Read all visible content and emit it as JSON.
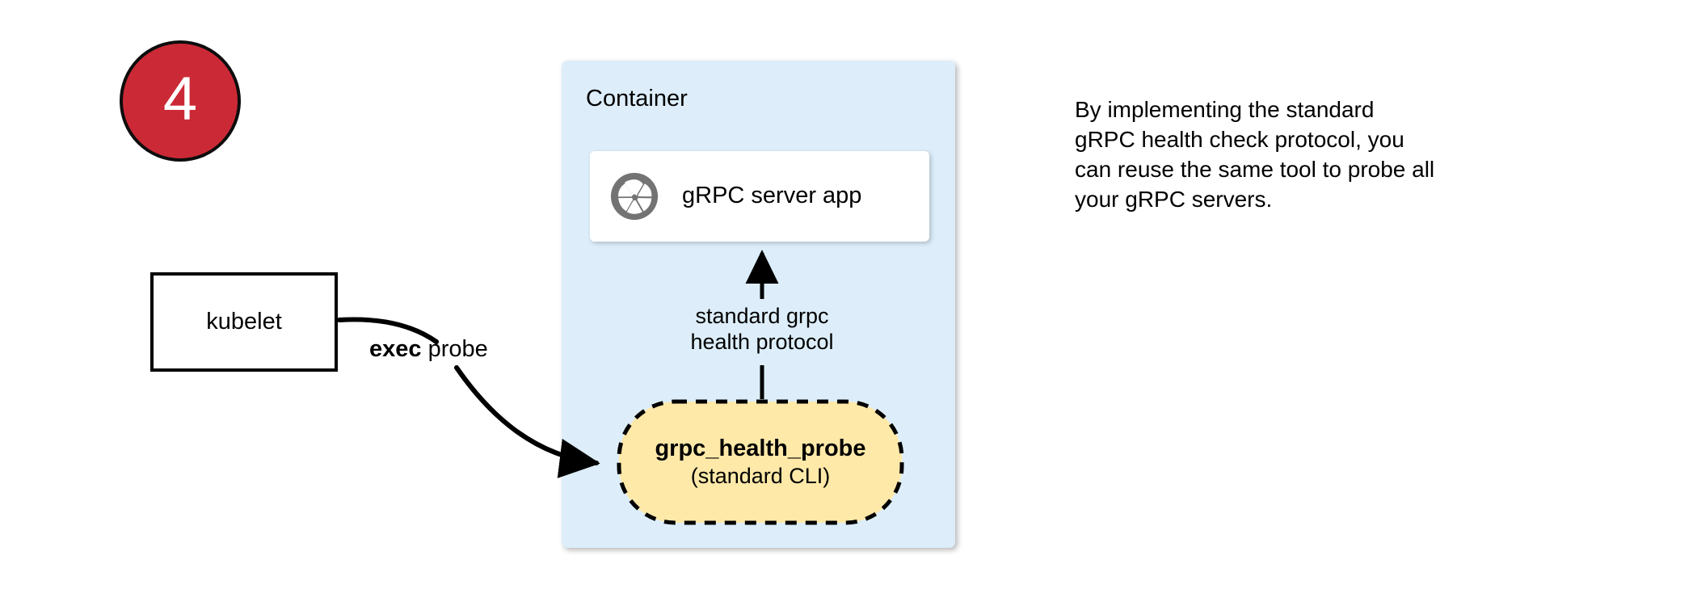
{
  "step": {
    "number": "4"
  },
  "container": {
    "title": "Container"
  },
  "server_card": {
    "label": "gRPC server app",
    "icon": "grpc-aperture-icon"
  },
  "probe_node": {
    "title": "grpc_health_probe",
    "subtitle": "(standard CLI)"
  },
  "kubelet": {
    "label": "kubelet"
  },
  "edges": {
    "exec_probe": {
      "emphasis": "exec",
      "rest": " probe"
    },
    "protocol": {
      "line1": "standard grpc",
      "line2": "health protocol"
    }
  },
  "side_note": {
    "line1": "By implementing the standard",
    "line2": "gRPC health check protocol, you",
    "line3": "can reuse the same tool to probe all",
    "line4": "your gRPC servers."
  },
  "colors": {
    "badge_fill": "#cc2936",
    "badge_border": "#0d0d0d",
    "badge_text": "#ffffff",
    "container_fill": "#ddeefa",
    "card_fill": "#ffffff",
    "probe_fill": "#ffe9a8",
    "probe_stroke": "#000000",
    "logo_gray": "#737373",
    "stroke": "#000000",
    "page_bg": "#ffffff"
  }
}
